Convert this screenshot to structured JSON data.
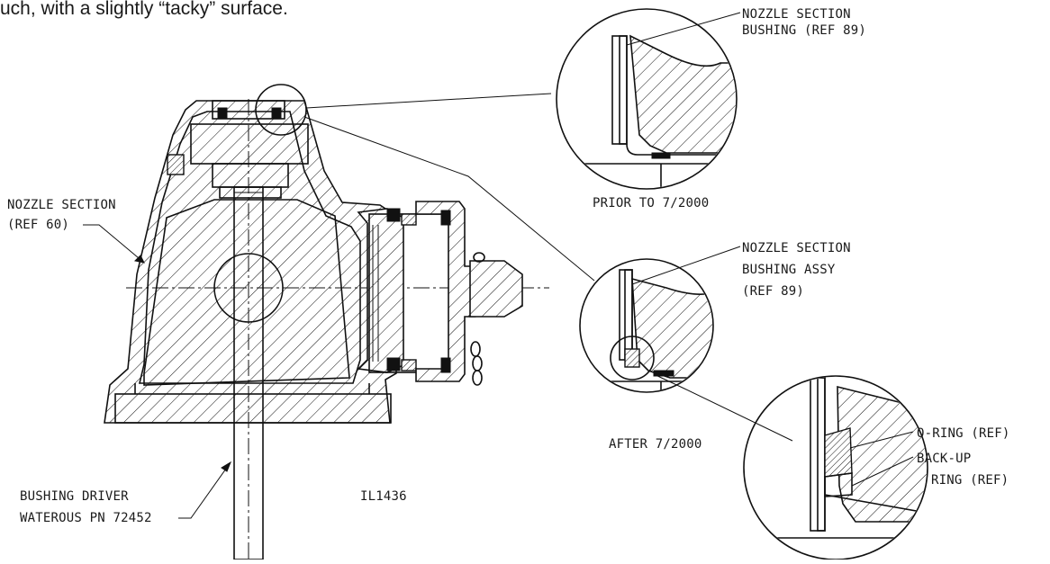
{
  "header": {
    "text": "uch, with a slightly “tacky” surface."
  },
  "labels": {
    "nozzle_section": [
      "NOZZLE SECTION",
      "(REF 60)"
    ],
    "bushing_driver": [
      "BUSHING DRIVER",
      "WATEROUS PN 72452"
    ],
    "figure_id": "IL1436",
    "top_detail": [
      "NOZZLE SECTION",
      "BUSHING (REF 89)"
    ],
    "top_caption": "PRIOR TO 7/2000",
    "mid_detail": [
      "NOZZLE SECTION",
      "BUSHING ASSY",
      "(REF 89)"
    ],
    "mid_caption": "AFTER 7/2000",
    "o_ring": "O-RING (REF)",
    "back_up_ring": [
      "BACK-UP",
      "RING (REF)"
    ]
  }
}
